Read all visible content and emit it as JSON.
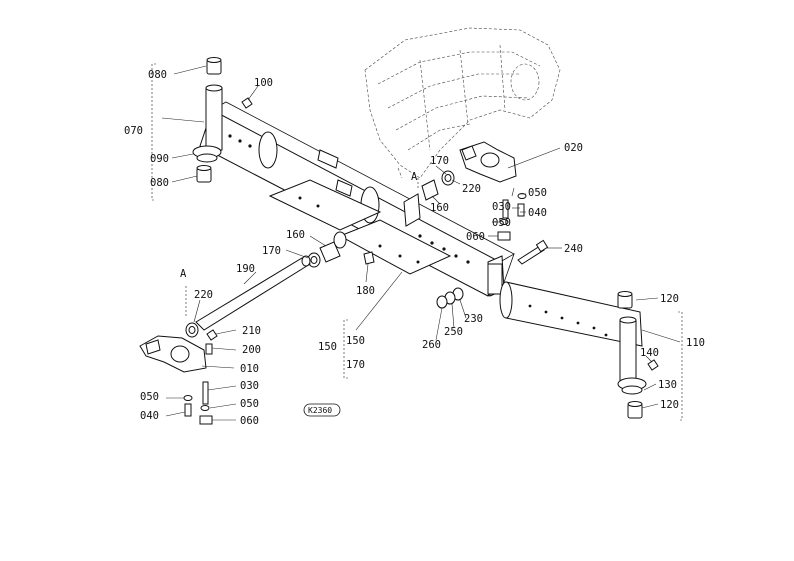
{
  "labels": {
    "l080a": "080",
    "l100": "100",
    "l070": "070",
    "l090": "090",
    "l080b": "080",
    "l170a": "170",
    "l020": "020",
    "lA1": "A",
    "l220a": "220",
    "l050a": "050",
    "l030a": "030",
    "l160a": "160",
    "l040a": "040",
    "l050b": "050",
    "l060a": "060",
    "l160b": "160",
    "l170b": "170",
    "l240": "240",
    "l190": "190",
    "l180": "180",
    "lA2": "A",
    "l220b": "220",
    "l120a": "120",
    "l230": "230",
    "l250": "250",
    "l210": "210",
    "l150a": "150",
    "l150b": "150",
    "l260": "260",
    "l110": "110",
    "l140": "140",
    "l200": "200",
    "l170c": "170",
    "l010": "010",
    "l130": "130",
    "l030b": "030",
    "l050c": "050",
    "l050d": "050",
    "l120b": "120",
    "l040b": "040",
    "l060b": "060",
    "stamp": "K2360"
  }
}
